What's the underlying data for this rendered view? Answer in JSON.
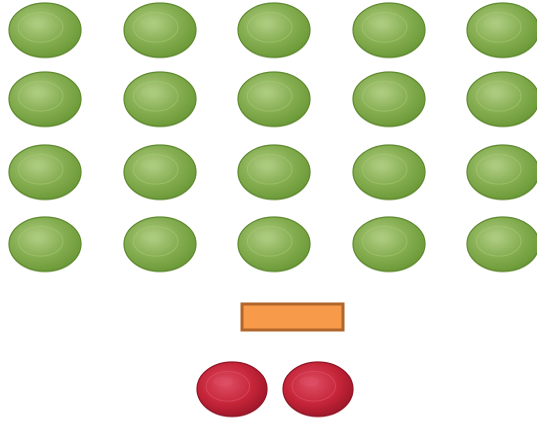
{
  "colors": {
    "green_fill": "#7fa84a",
    "green_edge": "#5f8a2f",
    "green_highlight": "#a8c977",
    "red_fill": "#c2243a",
    "red_edge": "#8f1526",
    "red_highlight": "#e0546a",
    "bar_fill": "#f79b4a",
    "bar_border": "#b0652a",
    "background": "#ffffff"
  },
  "green_circles": {
    "rows": 4,
    "columns": 5,
    "count": 20
  },
  "red_circles": {
    "count": 2
  },
  "bar": {
    "count": 1
  }
}
